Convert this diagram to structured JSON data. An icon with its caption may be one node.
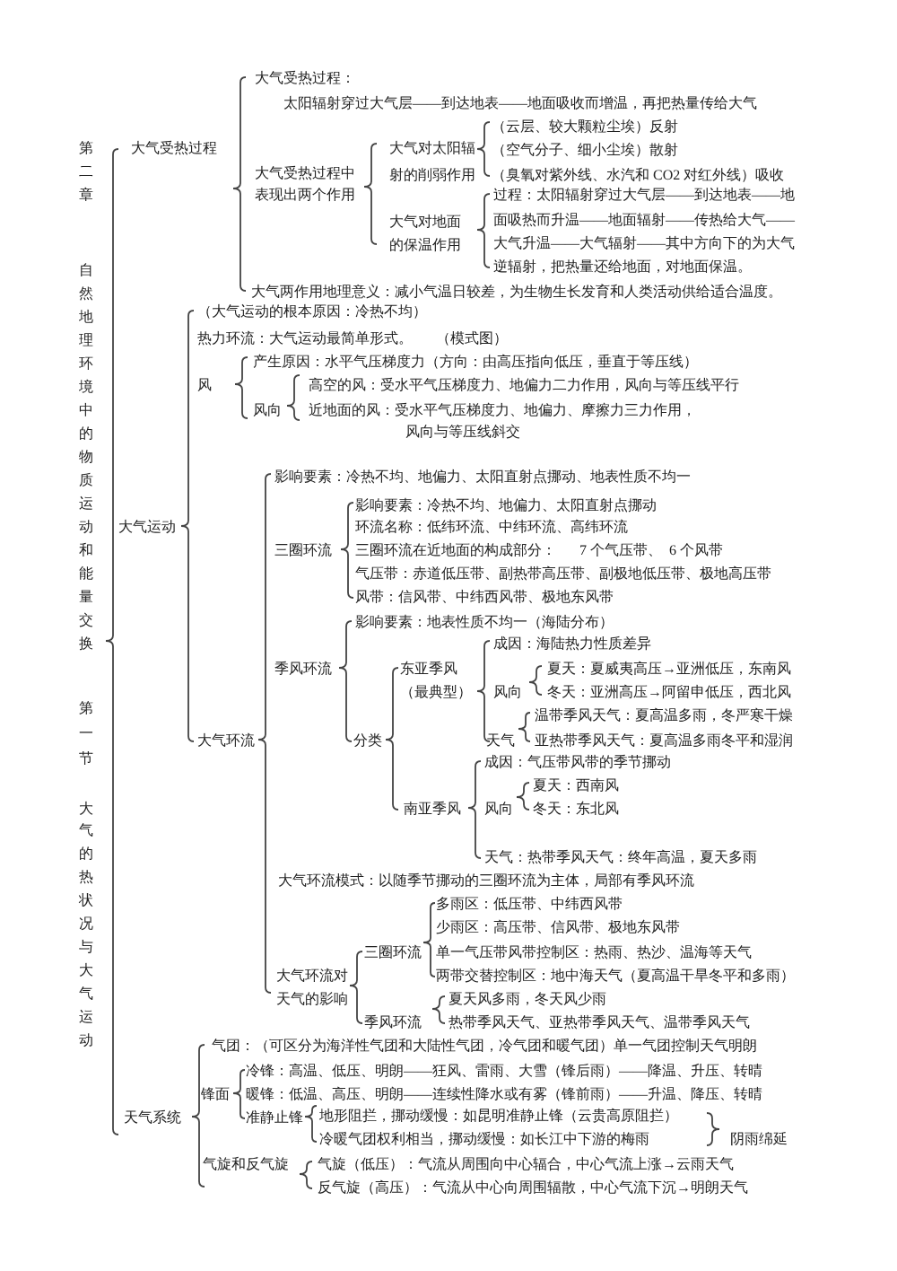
{
  "diagram": {
    "labels": [
      "第二章",
      "自然地理环境中的物质运动和能量交换",
      "第一节",
      "大气的热状况与大气运动",
      "大气受热过程：",
      "太阳辐射穿过大气层——到达地表——地面吸收而增温，再把热量传给大气",
      "（云层、较大颗粒尘埃）反射",
      "大气受热过程",
      "大气对太阳辐射的削弱作用",
      "（空气分子、细小尘埃）散射",
      "大气受热过程中表现出两个作用",
      "（臭氧对紫外线、水汽和 CO2 对红外线）吸收",
      "过程：太阳辐射穿过大气层——到达地表——地面吸热而升温——地面辐射——传热给大气——大气升温——大气辐射——其中方向下的为大气逆辐射，把热量还给地面，对地面保温。",
      "大气对地面的保温作用",
      "大气两作用地理意义：减小气温日较差，为生物生长发育和人类活动供给适合温度。",
      "（大气运动的根本原因：冷热不均）",
      "热力环流：大气运动最简单形式。",
      "（模式图）",
      "产生原因：水平气压梯度力（方向：由高压指向低压，垂直于等压线）",
      "风",
      "高空的风：受水平气压梯度力、地偏力二力作用，风向与等压线平行",
      "风向",
      "近地面的风：受水平气压梯度力、地偏力、摩擦力三力作用，",
      "风向与等压线斜交",
      "影响要素：冷热不均、地偏力、太阳直射点挪动、地表性质不均一",
      "影响要素：冷热不均、地偏力、太阳直射点挪动",
      "大气运动",
      "环流名称：低纬环流、中纬环流、高纬环流",
      "三圈环流",
      "三圈环流在近地面的构成部分：",
      "7 个气压带、",
      "6 个风带",
      "气压带：赤道低压带、副热带高压带、副极地低压带、极地高压带",
      "风带：信风带、中纬西风带、极地东风带",
      "影响要素：地表性质不均一（海陆分布）",
      "成因：海陆热力性质差异",
      "季风环流",
      "东亚季风（最典型）",
      "夏天：夏威夷高压→亚洲低压，东南风",
      "风向",
      "冬天：亚洲高压→阿留申低压，西北风",
      "温带季风天气：夏高温多雨，冬严寒干燥",
      "大气环流",
      "分类",
      "天气",
      "亚热带季风天气：夏高温多雨冬平和湿润",
      "成因：气压带风带的季节挪动",
      "夏天：西南风",
      "南亚季风",
      "风向",
      "冬天：东北风",
      "天气：热带季风天气：终年高温，夏天多雨",
      "大气环流模式：以随季节挪动的三圈环流为主体，局部有季风环流",
      "多雨区：低压带、中纬西风带",
      "少雨区：高压带、信风带、极地东风带",
      "三圈环流",
      "单一气压带风带控制区：热雨、热沙、温海等天气",
      "大气环流对天气的影响",
      "两带交替控制区：地中海天气（夏高温干旱冬平和多雨）",
      "夏天风多雨，冬天风少雨",
      "季风环流",
      "热带季风天气、亚热带季风天气、温带季风天气",
      "气团：（可区分为海洋性气团和大陆性气团，冷气团和暖气团）单一气团控制天气明朗",
      "冷锋：高温、低压、明朗——狂风、雷雨、大雪（锋后雨）——降温、升压、转晴",
      "锋面",
      "暖锋：低温、高压、明朗——连续性降水或有雾（锋前雨）——升温、降压、转晴",
      "天气系统",
      "准静止锋",
      "地形阻拦，挪动缓慢：如昆明准静止锋（云贵高原阻拦）",
      "冷暖气团权利相当，挪动缓慢：如长江中下游的梅雨",
      "阴雨绵延",
      "气旋和反气旋",
      "气旋（低压）：气流从周围向中心辐合，中心气流上涨→云雨天气",
      "反气旋（高压）：气流从中心向周围辐散，中心气流下沉→明朗天气"
    ]
  }
}
